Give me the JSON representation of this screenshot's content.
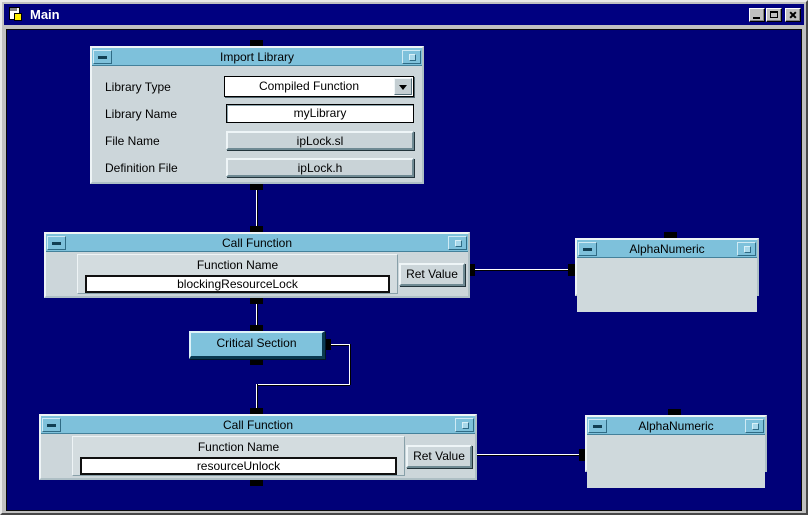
{
  "window": {
    "title": "Main",
    "controls": {
      "minimize_icon": "minimize-icon",
      "maximize_icon": "maximize-icon",
      "close_icon": "close-icon"
    }
  },
  "colors": {
    "window_titlebar_bg": "#000080",
    "canvas_bg": "#000078",
    "frame_silver": "#c0c0c0",
    "box_titlebar_bg": "#7ec1db",
    "box_body_bg": "#ccd6da",
    "critical_section_bg": "#7fc2dc",
    "wire": "#ffffff",
    "connector": "#000000"
  },
  "boxes": {
    "import_library": {
      "title": "Import Library",
      "rows": [
        {
          "label": "Library Type",
          "control": "dropdown",
          "value": "Compiled Function"
        },
        {
          "label": "Library Name",
          "control": "input",
          "value": "myLibrary"
        },
        {
          "label": "File Name",
          "control": "button",
          "value": "ipLock.sl"
        },
        {
          "label": "Definition File",
          "control": "button",
          "value": "ipLock.h"
        }
      ]
    },
    "call_function_top": {
      "title": "Call Function",
      "field_label": "Function Name",
      "field_value": "blockingResourceLock",
      "output_label": "Ret Value"
    },
    "alphanumeric_top": {
      "title": "AlphaNumeric"
    },
    "critical_section": {
      "label": "Critical Section"
    },
    "call_function_bottom": {
      "title": "Call Function",
      "field_label": "Function Name",
      "field_value": "resourceUnlock",
      "output_label": "Ret Value"
    },
    "alphanumeric_bottom": {
      "title": "AlphaNumeric"
    }
  }
}
